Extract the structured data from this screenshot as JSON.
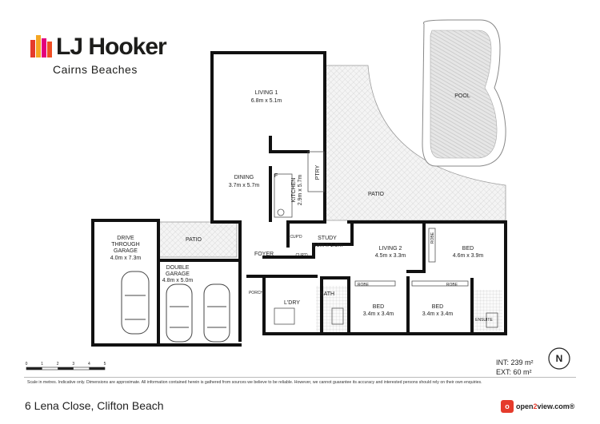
{
  "brand": {
    "name": "LJ Hooker",
    "office": "Cairns Beaches",
    "colors": [
      "#e53b2c",
      "#f5a623",
      "#e4007c",
      "#f04e23"
    ]
  },
  "rooms": {
    "living1": {
      "name": "LIVING 1",
      "size": "6.8m x 5.1m"
    },
    "dining": {
      "name": "DINING",
      "size": "3.7m x 5.7m"
    },
    "kitchen": {
      "name": "KITCHEN",
      "size": "2.9m x 5.7m"
    },
    "ptry": "PTRY",
    "f": "F",
    "patio_main": "PATIO",
    "pool": "POOL",
    "drive_garage": {
      "name1": "DRIVE",
      "name2": "THROUGH",
      "name3": "GARAGE",
      "size": "4.0m x 7.3m"
    },
    "patio_small": "PATIO",
    "double_garage": {
      "name1": "DOUBLE",
      "name2": "GARAGE",
      "size": "4.8m x 5.0m"
    },
    "foyer": "FOYER",
    "cupd1": "CUP'D",
    "cupd2": "CUP'D",
    "study": {
      "name": "STUDY",
      "size": "3.3m x 1.9m"
    },
    "living2": {
      "name": "LIVING 2",
      "size": "4.5m x 3.3m"
    },
    "bed1": {
      "name": "BED",
      "size": "4.6m x 3.9m"
    },
    "robe1": "ROBE",
    "porch": "PORCH",
    "ldry": "L'DRY",
    "bath": "BATH",
    "bed2": {
      "name": "BED",
      "size": "3.4m x 3.4m"
    },
    "robe2": "ROBE",
    "bed3": {
      "name": "BED",
      "size": "3.4m x 3.4m"
    },
    "robe3": "ROBE",
    "ensuite": "ENSUITE"
  },
  "scale": {
    "ticks": [
      "0",
      "1",
      "2",
      "3",
      "4",
      "5"
    ]
  },
  "area": {
    "int": "INT: 239 m²",
    "ext": "EXT: 60 m²"
  },
  "compass": "N",
  "disclaimer": "Scale in metres. Indicative only. Dimensions are approximate. All information contained herein is gathered from sources we believe to be reliable. However, we cannot guarantee its accuracy and interested persons should rely on their own enquiries.",
  "address": "6 Lena Close, Clifton Beach",
  "portal": {
    "badge": "o",
    "pre": "open",
    "two": "2",
    "post": "view.com",
    "reg": "®"
  }
}
